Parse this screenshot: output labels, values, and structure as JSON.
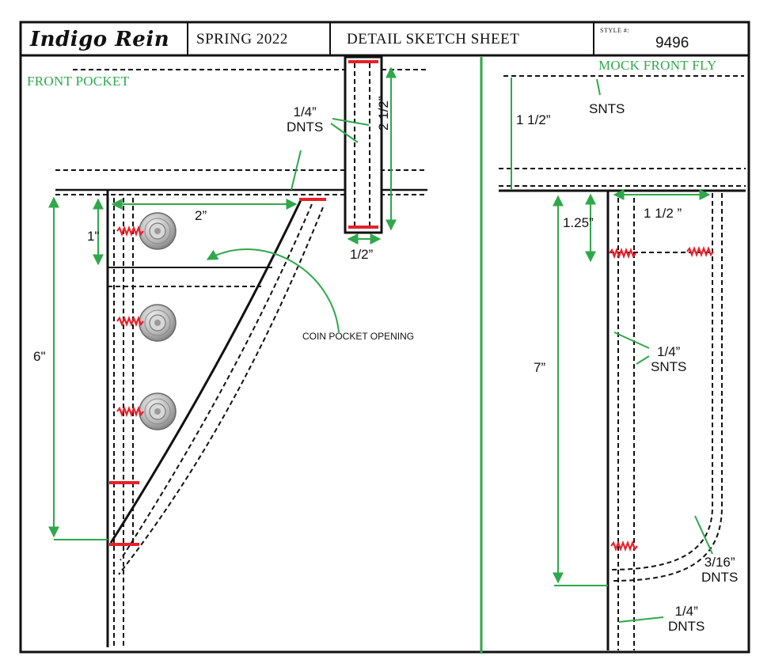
{
  "header": {
    "brand": "Indigo Rein",
    "season": "SPRING 2022",
    "sheet_title": "DETAIL SKETCH SHEET",
    "style_label": "STYLE #:",
    "style_number": "9496"
  },
  "front_pocket": {
    "title": "FRONT POCKET",
    "stitch_note_line1": "1/4”",
    "stitch_note_line2": "DNTS",
    "dim_belt_loop_height": "2 1/2”",
    "dim_belt_loop_width": "1/2”",
    "dim_pocket_width": "2”",
    "dim_coin_top": "1\"",
    "dim_pocket_depth": "6\"",
    "coin_pocket_label": "COIN POCKET OPENING"
  },
  "mock_front_fly": {
    "title": "MOCK FRONT FLY",
    "waistband_stitch": "SNTS",
    "dim_waistband": "1 1/2”",
    "dim_top": "1.25”",
    "dim_fly_width": "1 1/2 ”",
    "dim_fly_length": "7”",
    "inner_stitch_line1": "1/4”",
    "inner_stitch_line2": "SNTS",
    "curve_stitch_line1": "3/16”",
    "curve_stitch_line2": "DNTS",
    "bottom_stitch_line1": "1/4”",
    "bottom_stitch_line2": "DNTS"
  },
  "colors": {
    "dimension_green": "#2ea84a",
    "bartack_red": "#e8202a",
    "line_black": "#111111",
    "rivet_grey": "#a9a9a9"
  },
  "icons": [
    "rivet-icon",
    "bartack-icon"
  ]
}
